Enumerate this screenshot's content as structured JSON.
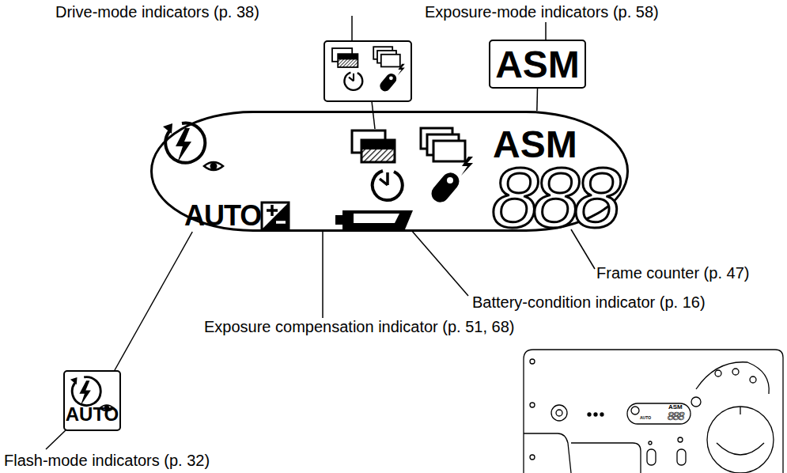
{
  "diagram": {
    "nodes": [
      {
        "text": [
          "ASM",
          "AUTO",
          "888"
        ]
      },
      {
        "text": [
          "ASM"
        ]
      },
      {
        "text": [
          "AUTO"
        ]
      }
    ],
    "edges": [
      {
        "from": 1,
        "to": 0,
        "arrow": "none"
      },
      {
        "from": 2,
        "to": 0,
        "arrow": "none"
      }
    ],
    "labels": [
      "Drive-mode indicators (p. 38)",
      "Exposure-mode indicators (p. 58)",
      "Frame counter (p. 47)",
      "Battery-condition indicator (p. 16)",
      "Exposure compensation indicator (p. 51, 68)",
      "Flash-mode indicators (p. 32)",
      "ASM",
      "AUTO",
      "888"
    ]
  }
}
